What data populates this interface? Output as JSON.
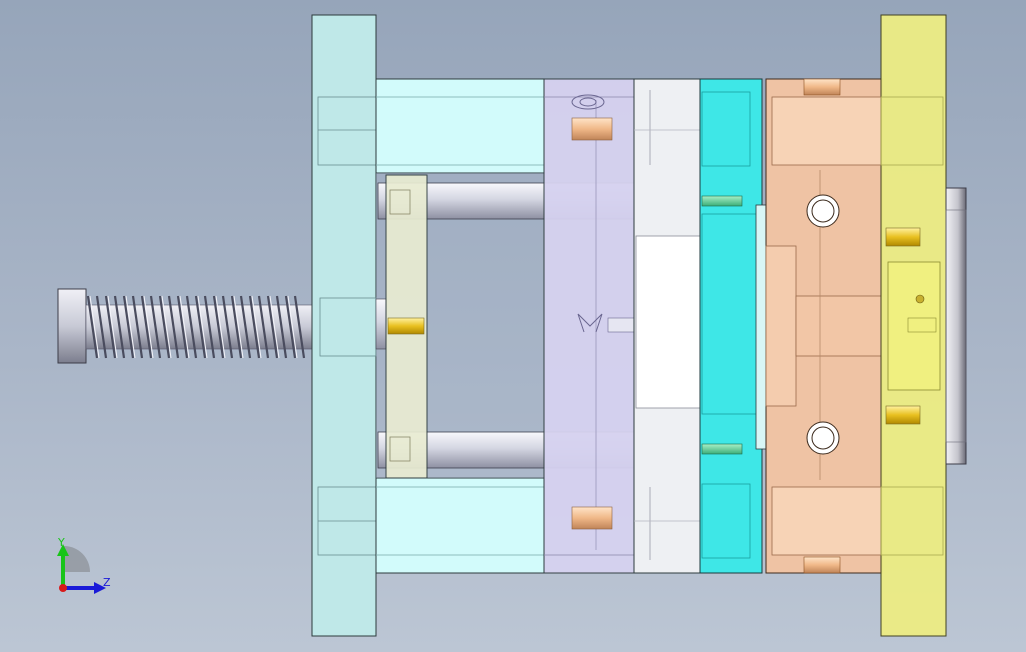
{
  "viewport": {
    "view": "side-section",
    "colors": {
      "background_top": "#96a5ba",
      "background_bottom": "#bcc6d4",
      "clamp_plate_moving": "#bfe8e8",
      "support_pillar": "#d2fbfb",
      "ejector_plate": "#e9ecd2",
      "spacer_block": "#d6d2f0",
      "b_plate_support": "#eef0f3",
      "b_plate": "#3ee7e7",
      "a_plate": "#efc3a4",
      "clamp_plate_fixed": "#ecec84",
      "locating_ring": "#d8d8de",
      "spring": "#c6c8d6"
    }
  },
  "triad": {
    "y_label": "Y",
    "z_label": "Z",
    "y_color": "#18c418",
    "z_color": "#1a1ad8",
    "origin_color": "#d81a1a"
  }
}
